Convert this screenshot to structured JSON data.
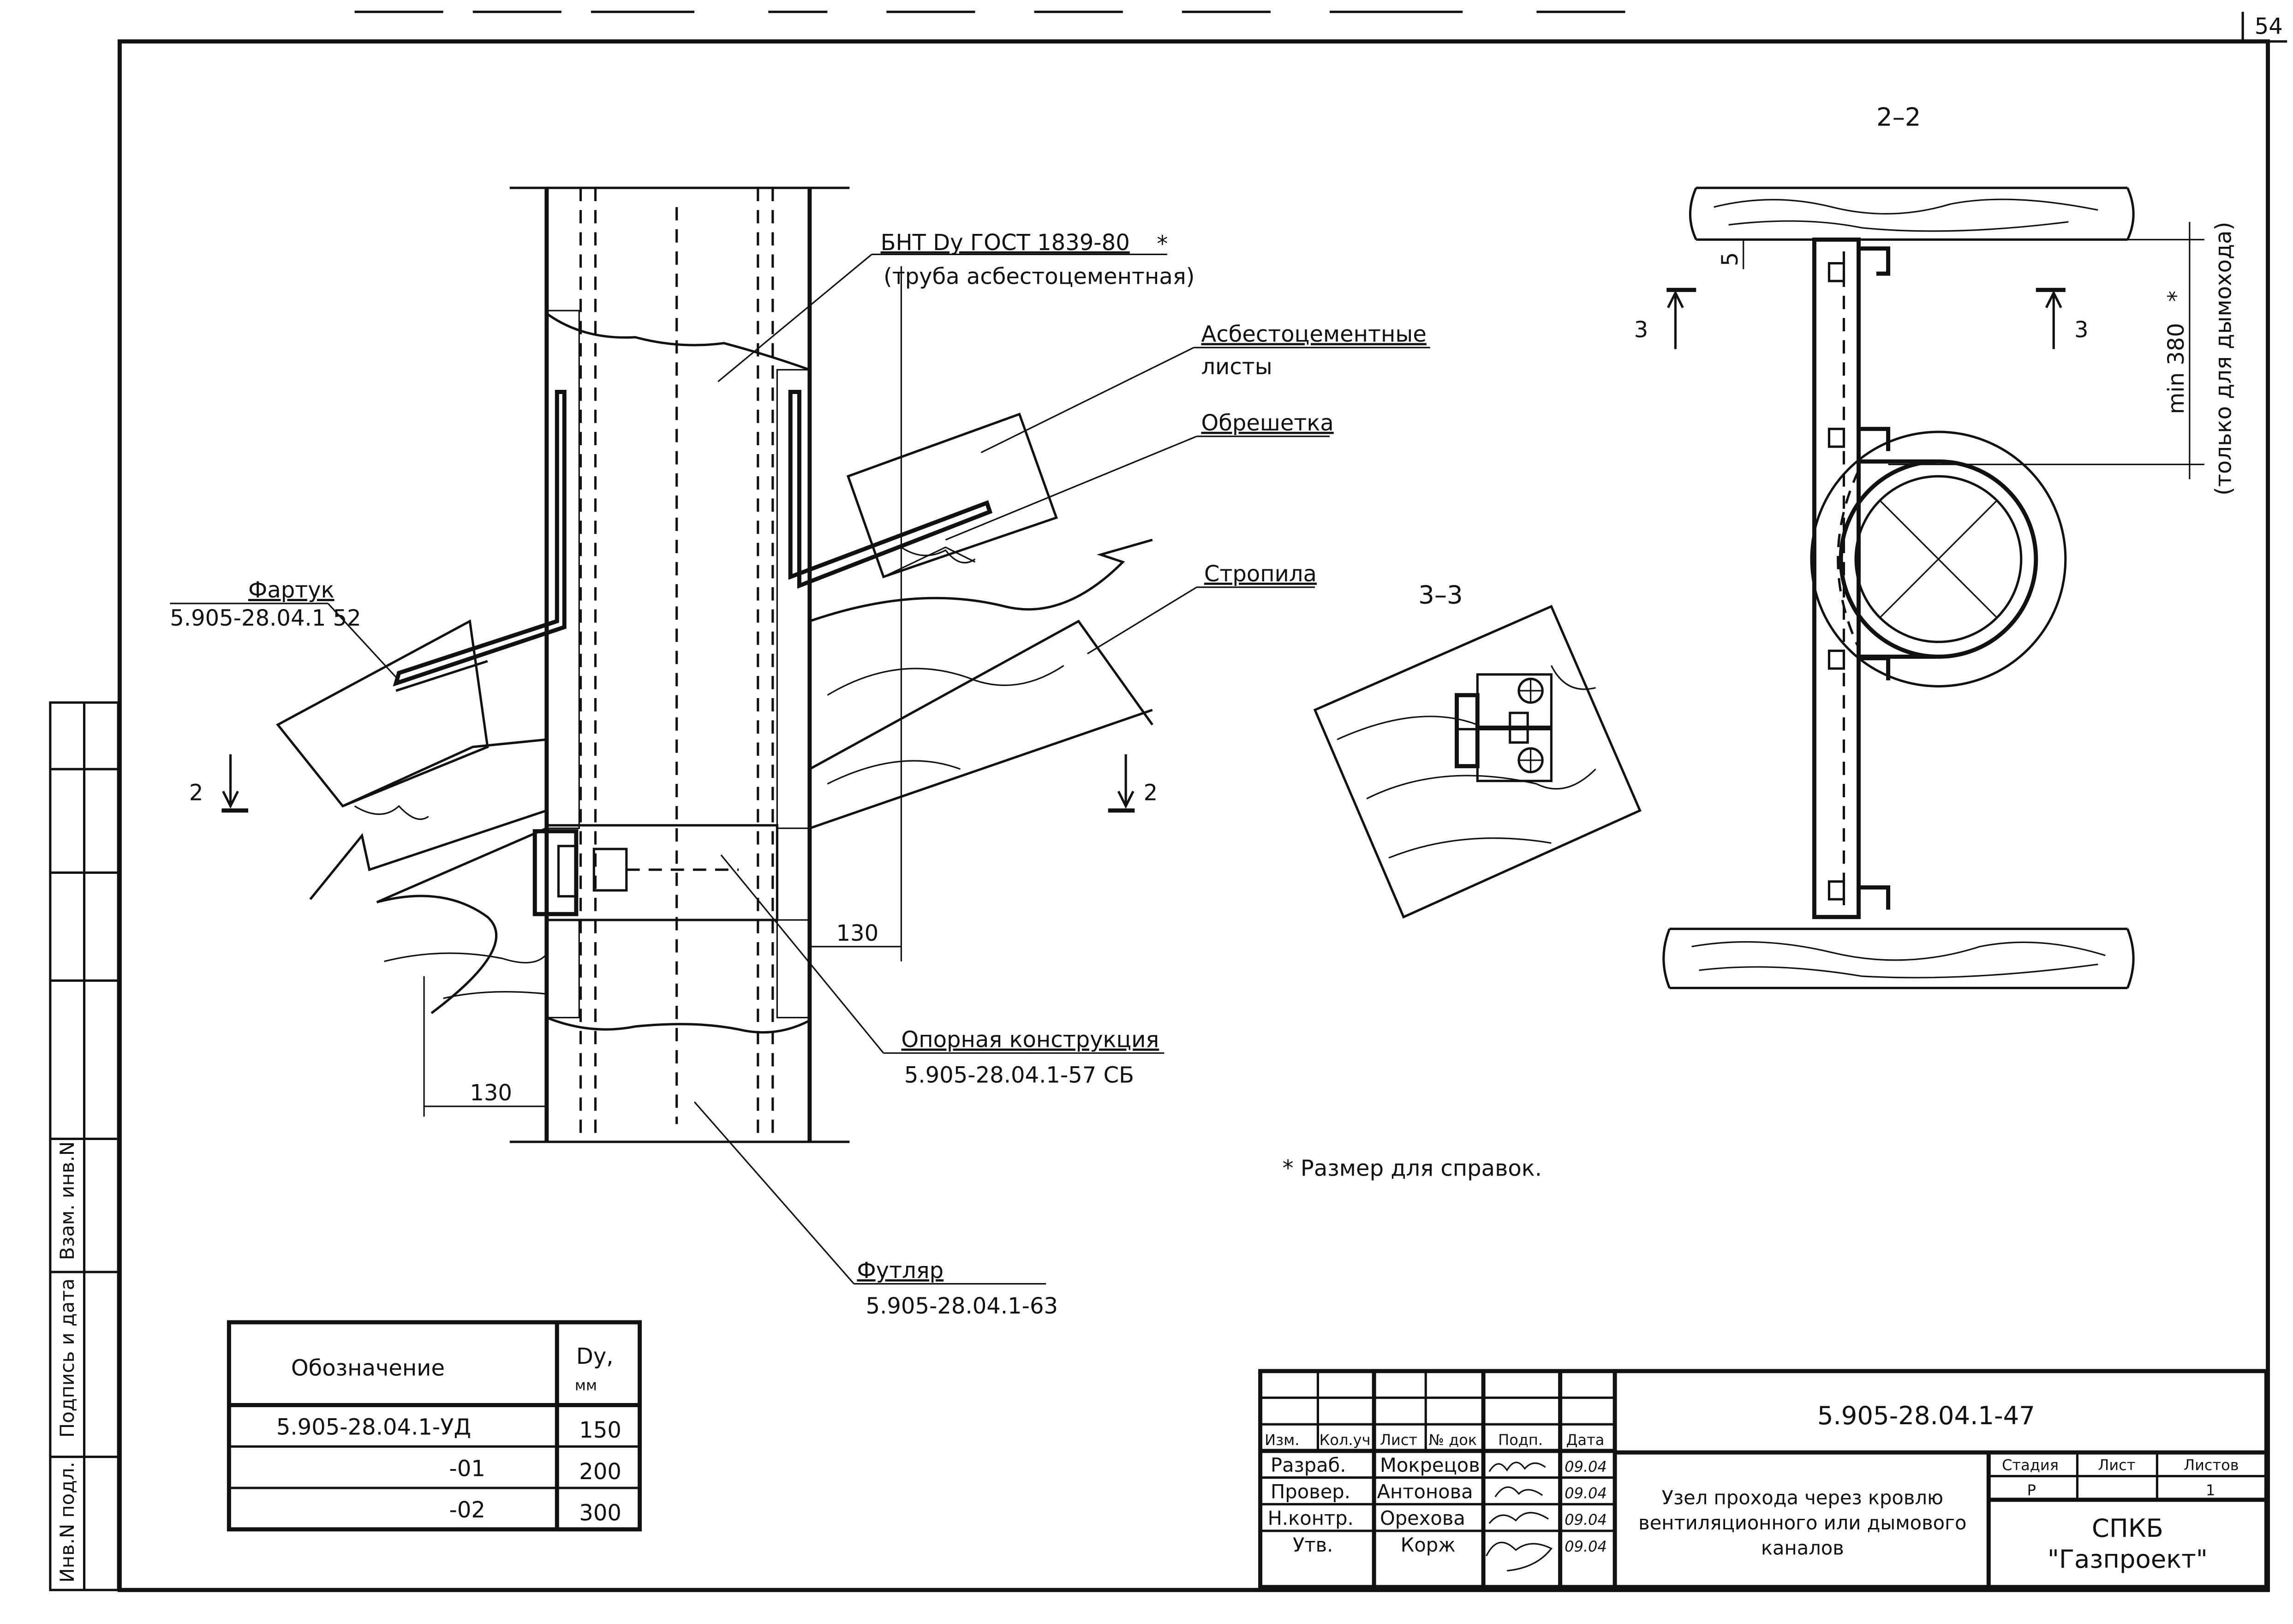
{
  "sheet_number": "54",
  "drawing": {
    "labels": {
      "bnt": "БНТ Dy ГОСТ 1839-80",
      "bnt_star": "*",
      "bnt_note": "(труба асбестоцементная)",
      "asbestos_sheets_1": "Асбестоцементные",
      "asbestos_sheets_2": "листы",
      "batten": "Обрешетка",
      "rafters": "Стропила",
      "apron_title": "Фартук",
      "apron_code": "5.905-28.04.1 52",
      "support_title": "Опорная конструкция",
      "support_code": "5.905-28.04.1-57 СБ",
      "sleeve_title": "Футляр",
      "sleeve_code": "5.905-28.04.1-63"
    },
    "dimensions": {
      "dim_130_right": "130",
      "dim_130_left": "130"
    },
    "section_marks": {
      "left_2": "2",
      "right_2": "2",
      "view_3_3": "3–3",
      "view_2_2": "2–2",
      "mark_3_left": "3",
      "mark_3_right": "3"
    },
    "section_2_2": {
      "dim_5": "5",
      "dim_min_380": "min 380",
      "dim_star": "*",
      "note_chimney": "(только для дымохода)"
    },
    "reference_note": "* Размер для справок."
  },
  "spec_table": {
    "header_designation": "Обозначение",
    "header_dy_1": "Dy,",
    "header_dy_2": "мм",
    "rows": [
      {
        "designation": "5.905-28.04.1-УД",
        "dy": "150"
      },
      {
        "designation": "-01",
        "dy": "200"
      },
      {
        "designation": "-02",
        "dy": "300"
      }
    ]
  },
  "side_stamp": {
    "inv_replace": "Взам. инв.N",
    "sign_date": "Подпись и дата",
    "inv_orig": "Инв.N подл."
  },
  "title_block": {
    "doc_code": "5.905-28.04.1-47",
    "col_headers": [
      "Изм.",
      "Кол.уч",
      "Лист",
      "№ док",
      "Подп.",
      "Дата"
    ],
    "roles": [
      {
        "role": "Разраб.",
        "name": "Мокрецов",
        "date": "09.04"
      },
      {
        "role": "Провер.",
        "name": "Антонова",
        "date": "09.04"
      },
      {
        "role": "Н.контр.",
        "name": "Орехова",
        "date": "09.04"
      },
      {
        "role": "Утв.",
        "name": "Корж",
        "date": "09.04"
      }
    ],
    "title_lines": [
      "Узел прохода через кровлю",
      "вентиляционного или дымового",
      "каналов"
    ],
    "stage_header": "Стадия",
    "sheet_header": "Лист",
    "sheets_header": "Листов",
    "stage": "Р",
    "sheet": "1",
    "sheets": "",
    "org_1": "СПКБ",
    "org_2": "\"Газпроект\""
  }
}
